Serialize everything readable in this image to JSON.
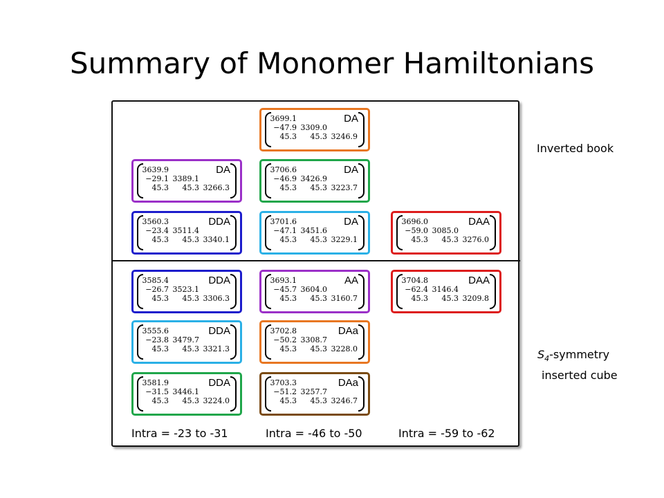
{
  "title": "Summary of Monomer Hamiltonians",
  "labels": {
    "inverted_book": "Inverted book",
    "s4_symbol": "S",
    "s4_sub": "4",
    "s4_rest": "-symmetry",
    "s4_line2": "inserted cube"
  },
  "columns": [
    "Intra = -23 to -31",
    "Intra = -46 to -50",
    "Intra = -59 to -62"
  ],
  "matrices": [
    {
      "tag": "DA",
      "color": "#e87722",
      "cells": [
        "3699.1",
        "−47.9",
        "3309.0",
        "45.3",
        "45.3",
        "3246.9"
      ]
    },
    {
      "tag": "DA",
      "color": "#9b30c8",
      "cells": [
        "3639.9",
        "−29.1",
        "3389.1",
        "45.3",
        "45.3",
        "3266.3"
      ]
    },
    {
      "tag": "DA",
      "color": "#1fa64a",
      "cells": [
        "3706.6",
        "−46.9",
        "3426.9",
        "45.3",
        "45.3",
        "3223.7"
      ]
    },
    {
      "tag": "DDA",
      "color": "#1c1ccc",
      "cells": [
        "3560.3",
        "−23.4",
        "3511.4",
        "45.3",
        "45.3",
        "3340.1"
      ]
    },
    {
      "tag": "DA",
      "color": "#2ab0e6",
      "cells": [
        "3701.6",
        "−47.1",
        "3451.6",
        "45.3",
        "45.3",
        "3229.1"
      ]
    },
    {
      "tag": "DAA",
      "color": "#dd1c1c",
      "cells": [
        "3696.0",
        "−59.0",
        "3085.0",
        "45.3",
        "45.3",
        "3276.0"
      ]
    },
    {
      "tag": "DDA",
      "color": "#1c1ccc",
      "cells": [
        "3585.4",
        "−26.7",
        "3523.1",
        "45.3",
        "45.3",
        "3306.3"
      ]
    },
    {
      "tag": "AA",
      "color": "#9b30c8",
      "cells": [
        "3693.1",
        "−45.7",
        "3604.0",
        "45.3",
        "45.3",
        "3160.7"
      ]
    },
    {
      "tag": "DAA",
      "color": "#dd1c1c",
      "cells": [
        "3704.8",
        "−62.4",
        "3146.4",
        "45.3",
        "45.3",
        "3209.8"
      ]
    },
    {
      "tag": "DDA",
      "color": "#2ab0e6",
      "cells": [
        "3555.6",
        "−23.8",
        "3479.7",
        "45.3",
        "45.3",
        "3321.3"
      ]
    },
    {
      "tag": "DAa",
      "color": "#e87722",
      "cells": [
        "3702.8",
        "−50.2",
        "3308.7",
        "45.3",
        "45.3",
        "3228.0"
      ]
    },
    {
      "tag": "DDA",
      "color": "#1fa64a",
      "cells": [
        "3581.9",
        "−31.5",
        "3446.1",
        "45.3",
        "45.3",
        "3224.0"
      ]
    },
    {
      "tag": "DAa",
      "color": "#7a4a12",
      "cells": [
        "3703.3",
        "−51.2",
        "3257.7",
        "45.3",
        "45.3",
        "3246.7"
      ]
    }
  ]
}
